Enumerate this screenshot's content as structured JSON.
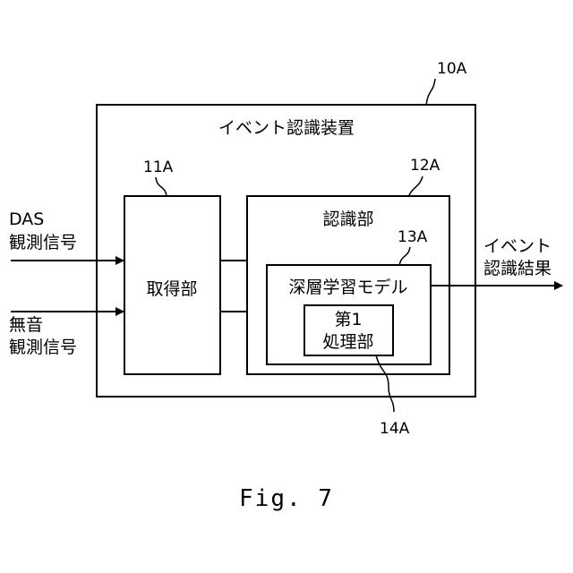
{
  "device": {
    "ref": "10A",
    "title": "イベント認識装置"
  },
  "acquisition_unit": {
    "ref": "11A",
    "label": "取得部"
  },
  "recognition_unit": {
    "ref": "12A",
    "label": "認識部"
  },
  "deep_learning_model": {
    "ref": "13A",
    "label": "深層学習モデル"
  },
  "first_processing_unit": {
    "ref": "14A",
    "label_line1": "第1",
    "label_line2": "処理部"
  },
  "inputs": {
    "das": {
      "line1": "DAS",
      "line2": "観測信号"
    },
    "silent": {
      "line1": "無音",
      "line2": "観測信号"
    }
  },
  "output": {
    "line1": "イベント",
    "line2": "認識結果"
  },
  "figure_caption": "Fig. 7"
}
